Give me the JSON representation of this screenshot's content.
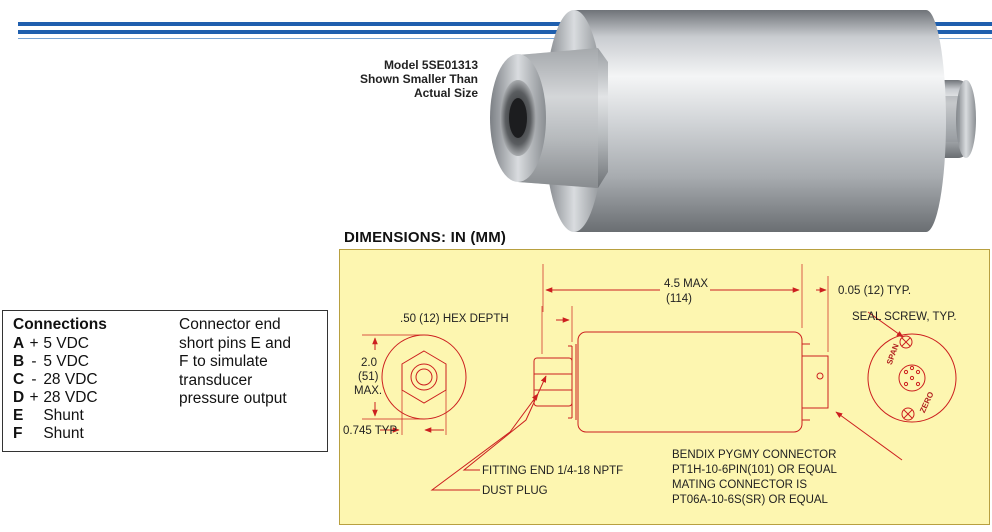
{
  "header": {
    "stripe_color": "#1f5fae"
  },
  "photo_caption": {
    "line1": "Model 5SE01313",
    "line2": "Shown Smaller Than",
    "line3": "Actual Size"
  },
  "dimensions_heading": "DIMENSIONS: IN (MM)",
  "drawing": {
    "panel_color": "#fdf6b0",
    "line_color": "#cc1f1f",
    "hex_depth": ".50 (12) HEX DEPTH",
    "height_value": "2.0",
    "height_mm": "(51)",
    "height_max": "MAX.",
    "hex_typ": "0.745 TYP.",
    "length_value": "4.5 MAX",
    "length_mm": "(114)",
    "connector_typ": "0.05 (12) TYP.",
    "seal_screw": "SEAL SCREW, TYP.",
    "span_label": "SPAN",
    "zero_label": "ZERO",
    "fitting_end": "FITTING END 1/4-18 NPTF",
    "dust_plug": "DUST PLUG",
    "bendix_1": "BENDIX PYGMY CONNECTOR",
    "bendix_2": "PT1H-10-6PIN(101) OR EQUAL",
    "bendix_3": "MATING CONNECTOR IS",
    "bendix_4": "PT06A-10-6S(SR) OR EQUAL"
  },
  "connections": {
    "title": "Connections",
    "pins": [
      {
        "letter": "A",
        "sign": "+",
        "value": "5 VDC"
      },
      {
        "letter": "B",
        "sign": "-",
        "value": "5 VDC"
      },
      {
        "letter": "C",
        "sign": "-",
        "value": "28 VDC"
      },
      {
        "letter": "D",
        "sign": "+",
        "value": "28 VDC"
      },
      {
        "letter": "E",
        "sign": "",
        "value": "Shunt"
      },
      {
        "letter": "F",
        "sign": "",
        "value": "Shunt"
      }
    ],
    "note_lines": [
      "Connector end",
      "short pins E and",
      "F to simulate",
      "transducer",
      "pressure output"
    ]
  }
}
